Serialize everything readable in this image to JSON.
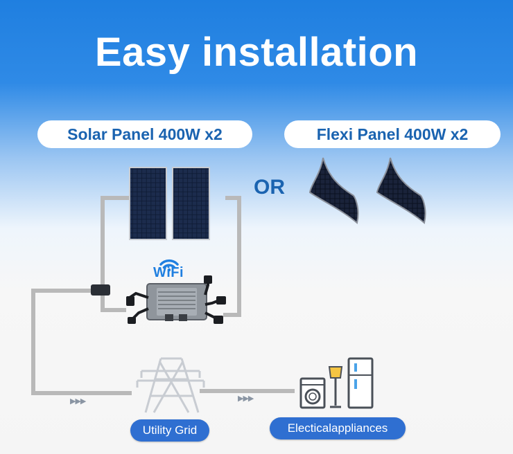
{
  "title": "Easy installation",
  "options": {
    "solar_label": "Solar Panel 400W x2",
    "flexi_label": "Flexi Panel 400W x2",
    "or_label": "OR"
  },
  "inverter": {
    "wifi_label": "WiFi"
  },
  "grid": {
    "label": "Utility Grid"
  },
  "appliances": {
    "label": "Electicalappliances"
  },
  "flow_arrows": "▶▶▶",
  "colors": {
    "header_blue": "#1f7fe0",
    "label_blue": "#1a63b0",
    "pill_fill_blue": "#2f6fd1",
    "wire_gray": "#b9b9b9"
  },
  "icons": [
    "wifi-icon",
    "solar-panel-icon",
    "flexible-panel-icon",
    "microinverter-icon",
    "transmission-tower-icon",
    "washing-machine-icon",
    "floor-lamp-icon",
    "refrigerator-icon"
  ]
}
